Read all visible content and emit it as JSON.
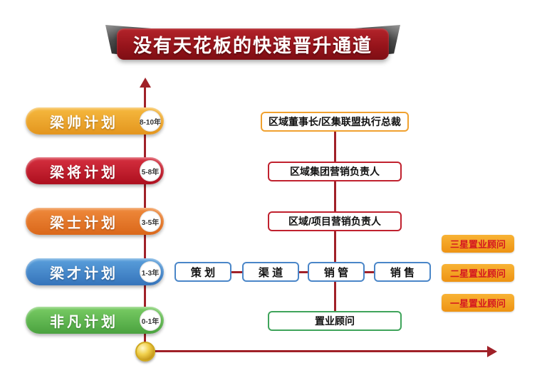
{
  "title": "没有天花板的快速晋升通道",
  "plans": [
    {
      "label": "梁帅计划",
      "years": "8-10年",
      "color": "#EFA32B"
    },
    {
      "label": "梁将计划",
      "years": "5-8年",
      "color": "#C01828"
    },
    {
      "label": "梁士计划",
      "years": "3-5年",
      "color": "#E4762A"
    },
    {
      "label": "梁才计划",
      "years": "1-3年",
      "color": "#4688CC"
    },
    {
      "label": "非凡计划",
      "years": "0-1年",
      "color": "#5DB551"
    }
  ],
  "positions": [
    {
      "label": "区域董事长/区集联盟执行总裁",
      "border_color": "#F0A12F"
    },
    {
      "label": "区域集团营销负责人",
      "border_color": "#C0212E"
    },
    {
      "label": "区域/项目营销负责人",
      "border_color": "#C0212E"
    },
    {
      "label": "置业顾问",
      "border_color": "#3FA45B"
    }
  ],
  "roles": [
    {
      "label": "策 划"
    },
    {
      "label": "渠 道"
    },
    {
      "label": "销 管"
    },
    {
      "label": "销 售"
    }
  ],
  "consultant_levels": [
    {
      "label": "三星置业顾问"
    },
    {
      "label": "二星置业顾问"
    },
    {
      "label": "一星置业顾问"
    }
  ],
  "colors": {
    "axis": "#A02128",
    "banner_bg": "#97141B",
    "badge_bg": "#F2A21C",
    "badge_text": "#D41920",
    "role_border": "#4A86C8"
  }
}
